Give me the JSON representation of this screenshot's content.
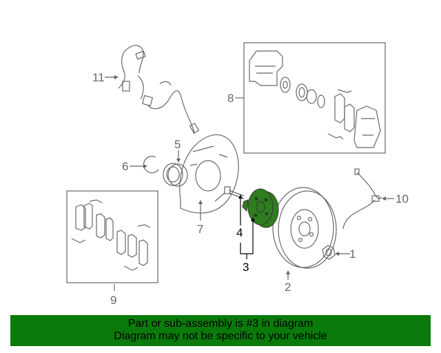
{
  "callouts": {
    "c1": "1",
    "c2": "2",
    "c3": "3",
    "c4": "4",
    "c5": "5",
    "c6": "6",
    "c7": "7",
    "c8": "8",
    "c9": "9",
    "c10": "10",
    "c11": "11"
  },
  "banner": {
    "line1": "Part or sub-assembly is #3 in diagram",
    "line2": "Diagram may not be specific to your vehicle"
  },
  "colors": {
    "highlight": "#2e7d1f",
    "banner_bg": "#0a7a0a",
    "line": "#666666"
  }
}
